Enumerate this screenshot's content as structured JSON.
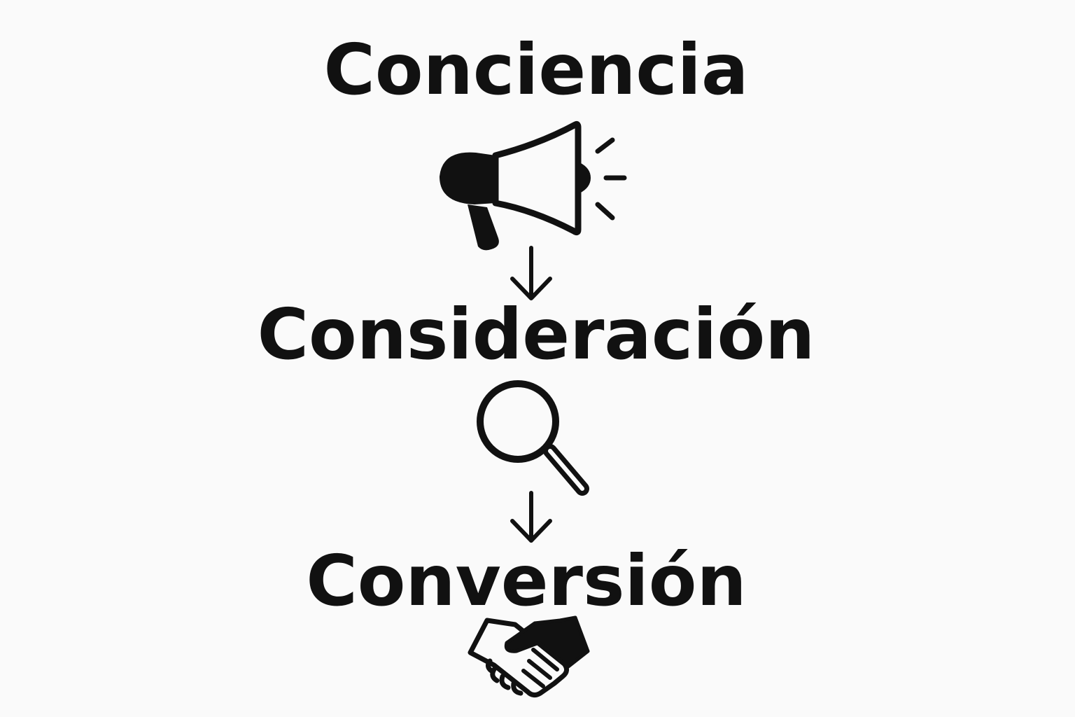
{
  "funnel": {
    "stages": [
      {
        "title": "Conciencia",
        "icon": "megaphone-icon"
      },
      {
        "title": "Consideración",
        "icon": "magnifying-glass-icon"
      },
      {
        "title": "Conversión",
        "icon": "handshake-icon"
      }
    ],
    "connector_icon": "arrow-down-icon"
  },
  "colors": {
    "background": "#fafafa",
    "ink": "#111111"
  }
}
